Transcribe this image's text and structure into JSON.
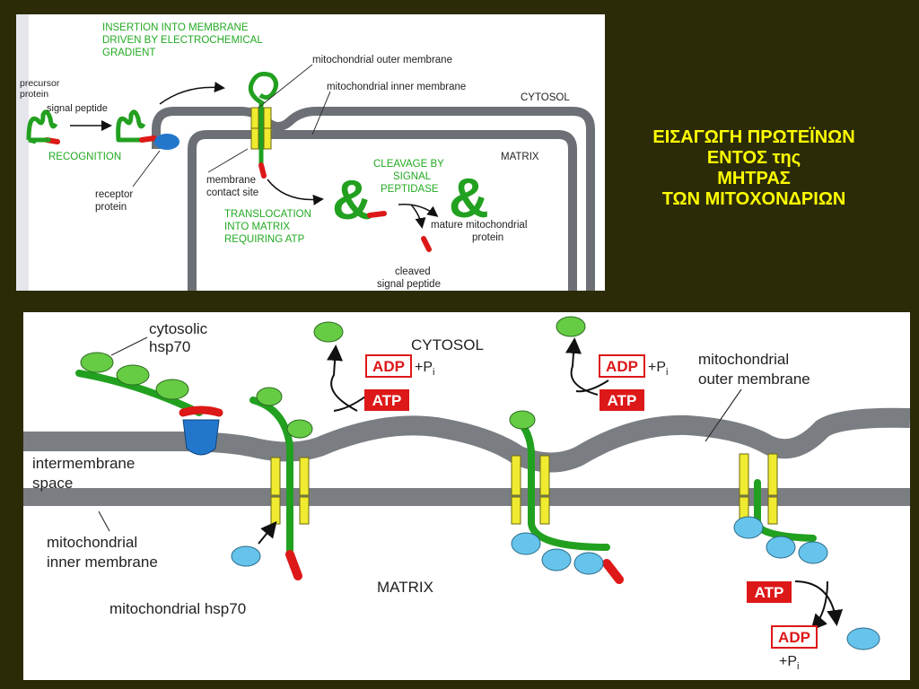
{
  "title_lines": [
    "ΕΙΣΑΓΩΓΗ ΠΡΩΤΕΪΝΩΝ",
    "ΕΝΤΟΣ της",
    "ΜΗΤΡΑΣ",
    "ΤΩΝ ΜΙΤΟΧΟΝΔΡΙΩΝ"
  ],
  "top_diagram": {
    "insertion_lines": [
      "INSERTION INTO MEMBRANE",
      "DRIVEN BY ELECTROCHEMICAL",
      "GRADIENT"
    ],
    "outer_membrane": "mitochondrial outer membrane",
    "inner_membrane": "mitochondrial inner membrane",
    "cytosol": "CYTOSOL",
    "matrix": "MATRIX",
    "precursor_lines": [
      "precursor",
      "protein"
    ],
    "signal_peptide": "signal peptide",
    "recognition": "RECOGNITION",
    "receptor_lines": [
      "receptor",
      "protein"
    ],
    "contact_site_lines": [
      "membrane",
      "contact site"
    ],
    "translocation_lines": [
      "TRANSLOCATION",
      "INTO MATRIX",
      "REQUIRING ATP"
    ],
    "cleavage_lines": [
      "CLEAVAGE BY",
      "SIGNAL",
      "PEPTIDASE"
    ],
    "mature_lines": [
      "mature mitochondrial",
      "protein"
    ],
    "cleaved_lines": [
      "cleaved",
      "signal peptide"
    ]
  },
  "bottom_diagram": {
    "cytosolic_hsp70_lines": [
      "cytosolic",
      "hsp70"
    ],
    "cytosol": "CYTOSOL",
    "adp": "ADP",
    "pi": "+P",
    "pi_sub": "i",
    "atp": "ATP",
    "outer_membrane_lines": [
      "mitochondrial",
      "outer membrane"
    ],
    "intermembrane_lines": [
      "intermembrane",
      "space"
    ],
    "inner_membrane_lines": [
      "mitochondrial",
      "inner membrane"
    ],
    "mito_hsp70": "mitochondrial hsp70",
    "matrix": "MATRIX"
  },
  "colors": {
    "background": "#2b2b08",
    "title": "#ffff00",
    "protein_green": "#22a020",
    "hsp70_green": "#66cc44",
    "signal_red": "#dd1818",
    "receptor_blue": "#2277cc",
    "mito_hsp70_blue": "#66c4ec",
    "membrane_gray": "#7a7e82",
    "channel_yellow": "#f0ea30",
    "label_green": "#22aa22"
  }
}
